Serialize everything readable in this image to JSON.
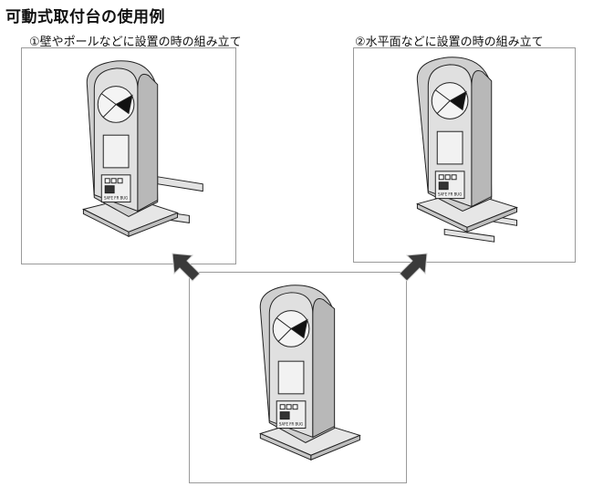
{
  "page": {
    "title": "可動式取付台の使用例"
  },
  "examples": [
    {
      "caption": "①壁やポールなどに設置の時の組み立て"
    },
    {
      "caption": "②水平面などに設置の時の組み立て"
    }
  ],
  "device": {
    "logo_text": "SAFE FR BUG"
  },
  "colors": {
    "body_fill": "#d9d9d9",
    "body_shadow": "#b5b5b5",
    "outline": "#222222",
    "arrow": "#3a3a3a"
  }
}
